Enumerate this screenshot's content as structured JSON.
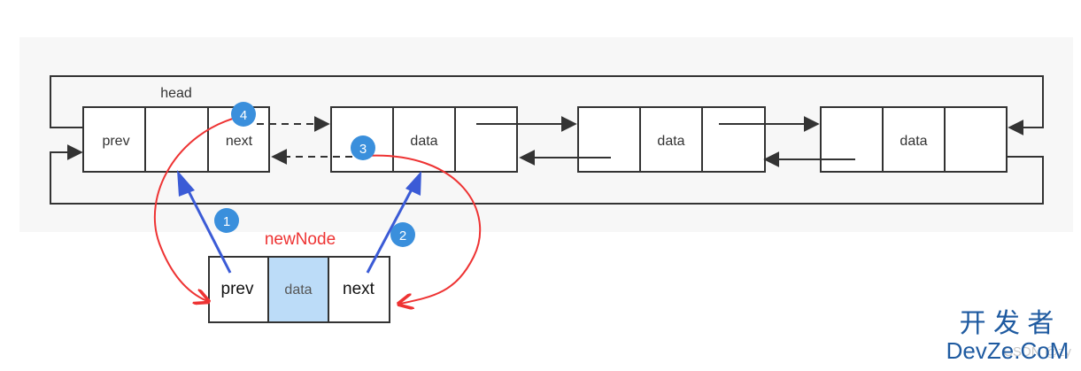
{
  "labels": {
    "head": "head",
    "prev": "prev",
    "next": "next",
    "data": "data",
    "new_node": "newNode",
    "new_prev": "prev",
    "new_data": "data",
    "new_next": "next"
  },
  "steps": [
    "1",
    "2",
    "3",
    "4"
  ],
  "watermark": {
    "cn": "开 发 者",
    "en": "DevZe.CoM",
    "faint": "CSDN @zy"
  },
  "colors": {
    "panel": "#f7f7f7",
    "node_border": "#333333",
    "new_data_fill": "#bcdcf8",
    "step_badge": "#3a8fdc",
    "blue_arrow": "#3b5bd6",
    "red_curve": "#ee3333",
    "new_node_text": "#ee3333",
    "watermark": "#1e5aa0"
  }
}
